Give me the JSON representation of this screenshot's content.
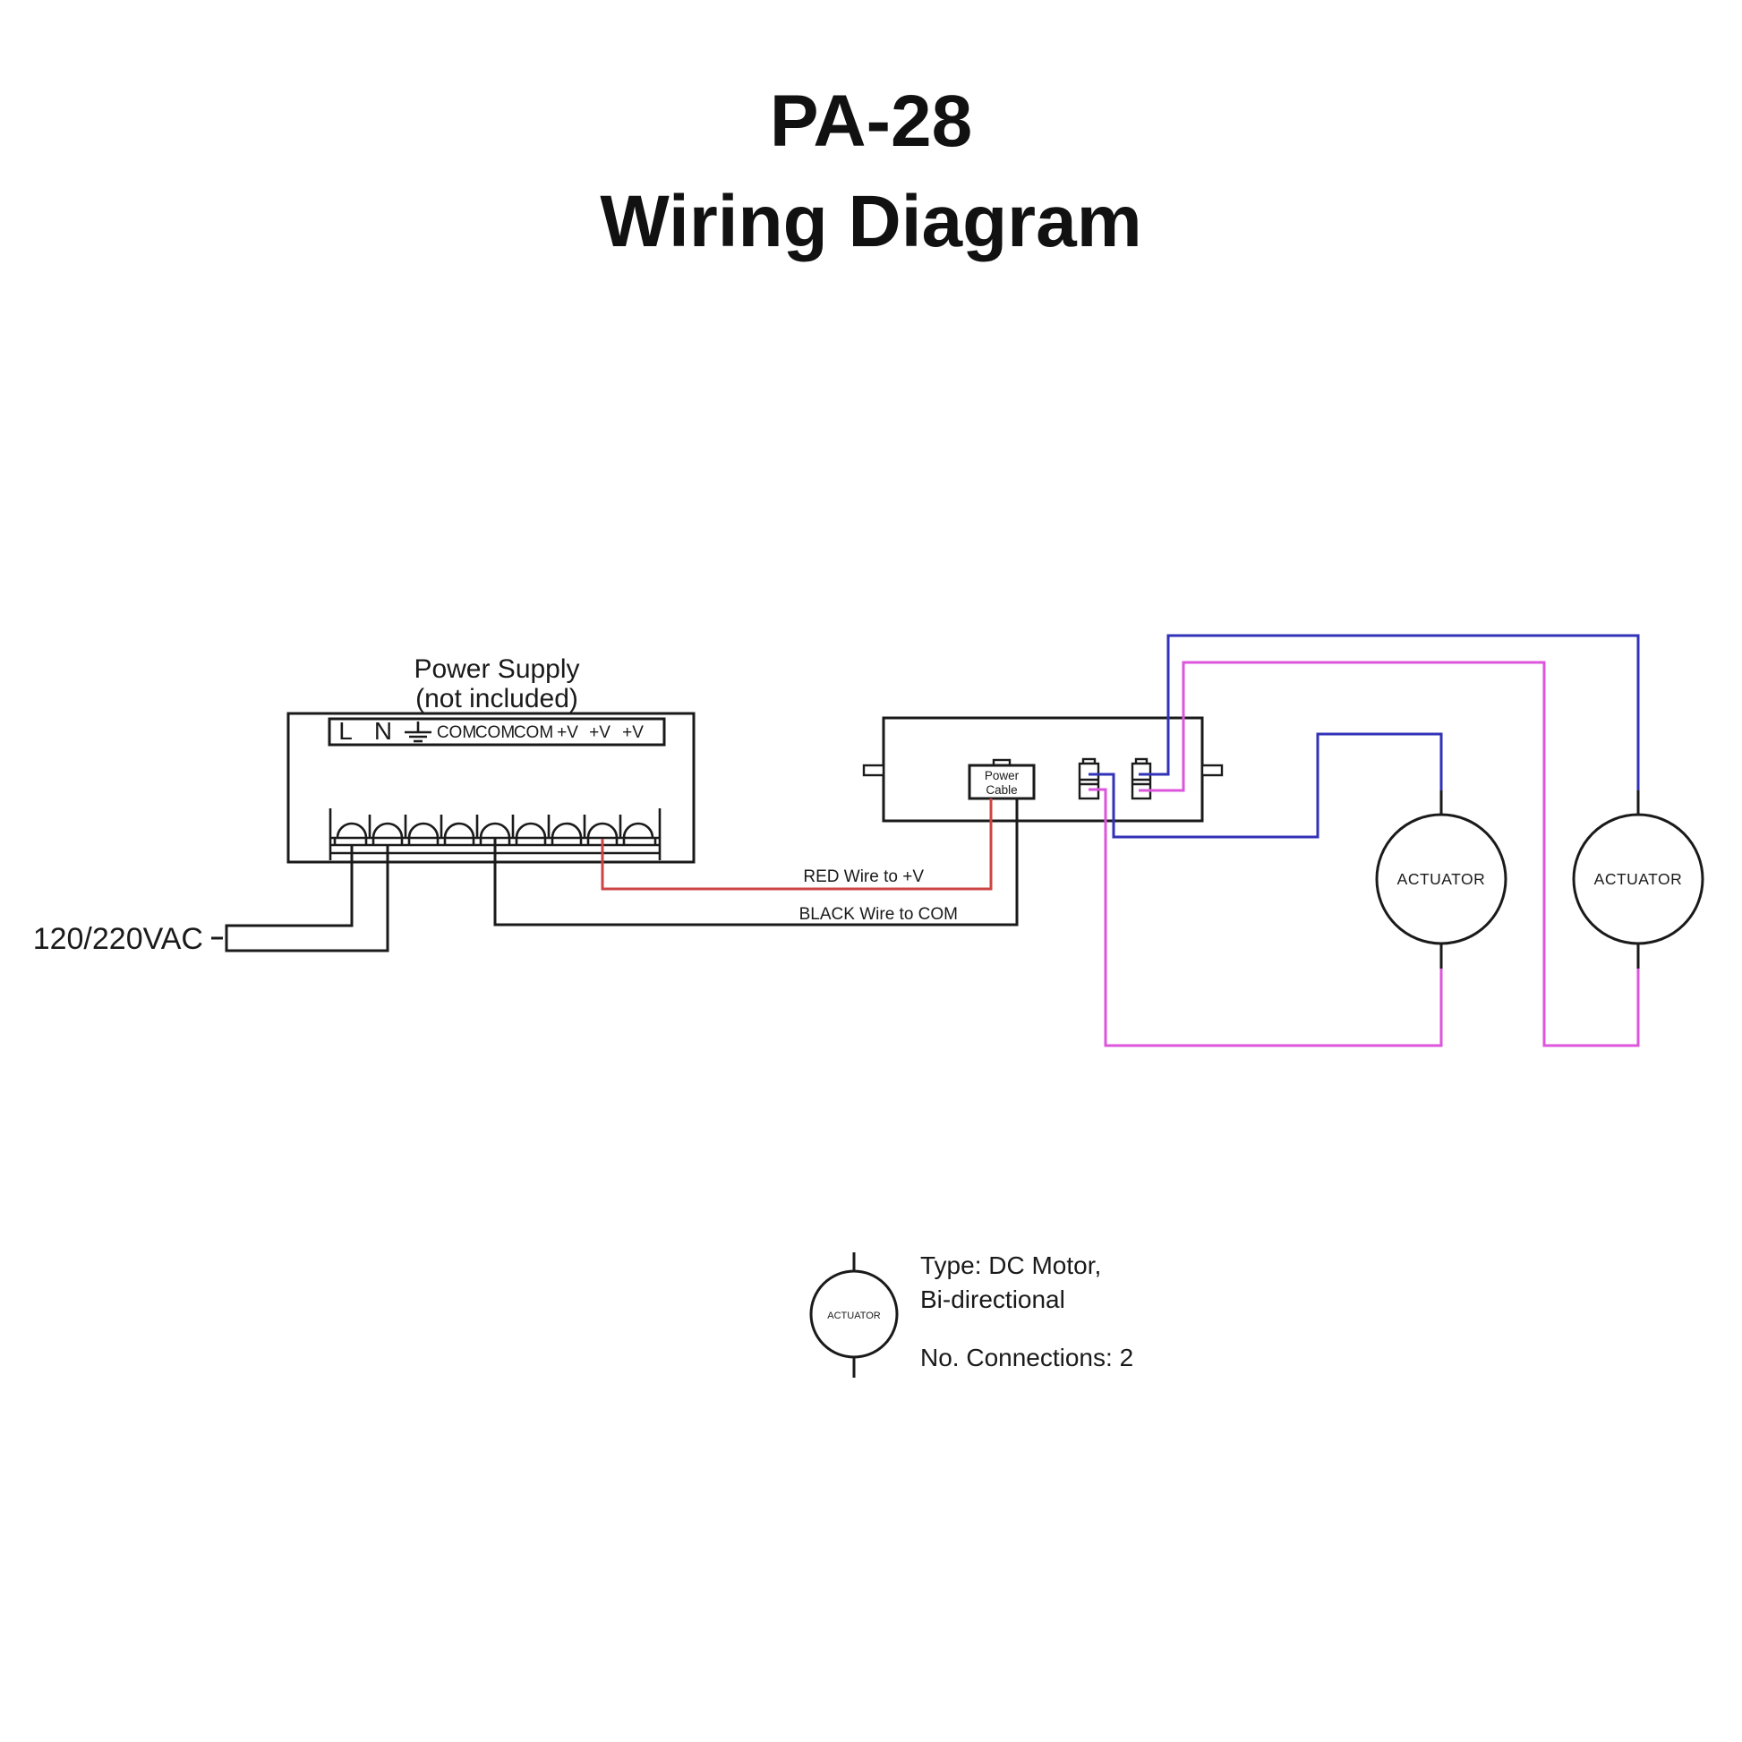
{
  "title": {
    "line1": "PA-28",
    "line2": "Wiring Diagram"
  },
  "power_supply": {
    "caption_line1": "Power Supply",
    "caption_line2": "(not included)",
    "terminal_labels": [
      "L",
      "N",
      "COM",
      "COM",
      "COM",
      "+V",
      "+V",
      "+V"
    ],
    "ground_icon": "earth-ground-symbol"
  },
  "mains": {
    "label": "120/220VAC"
  },
  "controller": {
    "power_cable_line1": "Power",
    "power_cable_line2": "Cable"
  },
  "wire_notes": {
    "red": "RED Wire to +V",
    "black": "BLACK Wire to COM"
  },
  "actuators": [
    {
      "label": "ACTUATOR"
    },
    {
      "label": "ACTUATOR"
    }
  ],
  "legend": {
    "symbol_label": "ACTUATOR",
    "line1": "Type: DC Motor,",
    "line2": "Bi-directional",
    "line3": "No. Connections: 2"
  },
  "colors": {
    "red_wire": "#cc4444",
    "black_wire": "#1a1a1a",
    "blue_wire": "#3232b8",
    "magenta_wire": "#dd55dd",
    "background": "#ffffff"
  }
}
